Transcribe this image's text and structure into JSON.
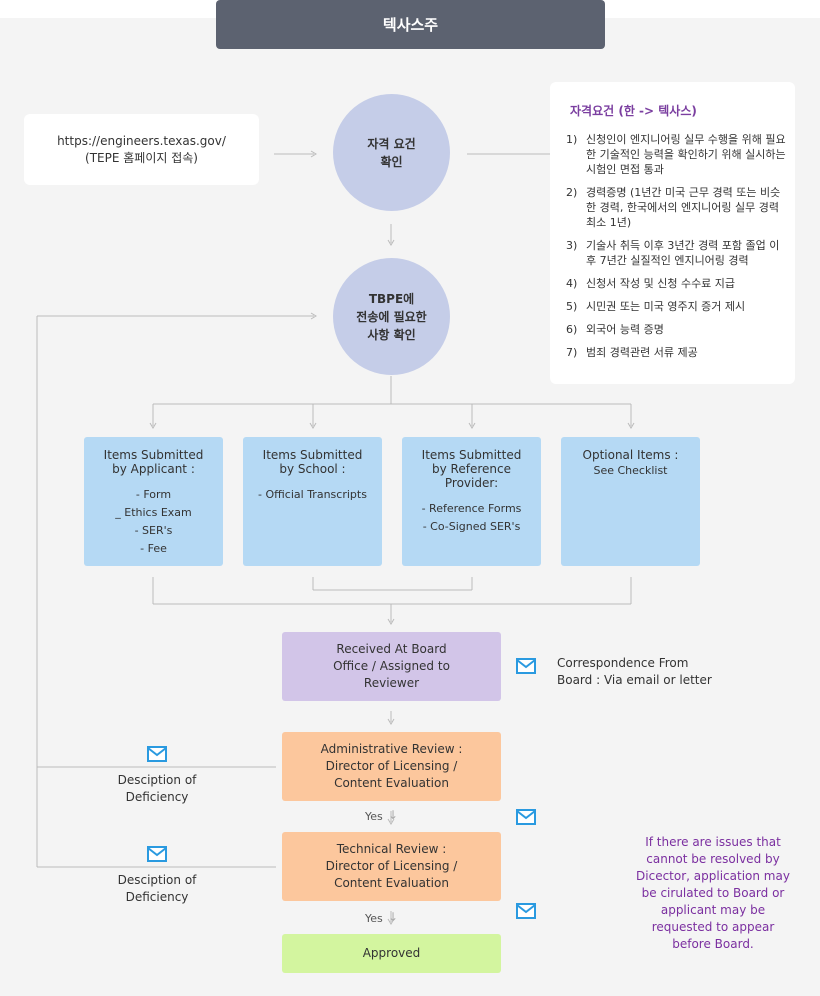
{
  "header": {
    "title": "텍사스주"
  },
  "url_box": {
    "line1": "https://engineers.texas.gov/",
    "line2": "(TEPE 홈페이지 접속)"
  },
  "circle1": {
    "line1": "자격 요건",
    "line2": "확인"
  },
  "circle2": {
    "line1": "TBPE에",
    "line2": "전송에 필요한",
    "line3": "사항 확인"
  },
  "requirements": {
    "title": "자격요건 (한 -> 텍사스)",
    "items": [
      {
        "num": "1)",
        "text": "신청인이 엔지니어링 실무 수행을 위해 필요한 기술적인 능력을 확인하기 위해 실시하는 시험인 면접 통과"
      },
      {
        "num": "2)",
        "text": "경력증명 (1년간 미국 근무 경력 또는 비슷한 경력, 한국에서의 엔지니어링 실무 경력 최소 1년)"
      },
      {
        "num": "3)",
        "text": "기술사 취득 이후 3년간 경력 포함 졸업 이후 7년간 실질적인 엔지니어링 경력"
      },
      {
        "num": "4)",
        "text": "신청서 작성 및 신청 수수료 지급"
      },
      {
        "num": "5)",
        "text": "시민권 또는 미국 영주지 증거 제시"
      },
      {
        "num": "6)",
        "text": "외국어 능력 증명"
      },
      {
        "num": "7)",
        "text": "범죄 경력관련 서류 제공"
      }
    ]
  },
  "submissions": [
    {
      "title_l1": "Items Submitted",
      "title_l2": "by Applicant :",
      "title_l3": "",
      "items": [
        "- Form",
        "_ Ethics Exam",
        "- SER's",
        "- Fee"
      ]
    },
    {
      "title_l1": "Items Submitted",
      "title_l2": "by School :",
      "title_l3": "",
      "items": [
        "- Official Transcripts"
      ]
    },
    {
      "title_l1": "Items Submitted",
      "title_l2": "by Reference",
      "title_l3": "Provider:",
      "items": [
        "- Reference Forms",
        "- Co-Signed SER's"
      ]
    },
    {
      "title_l1": "Optional Items :",
      "title_l2": "",
      "title_l3": "",
      "items": [
        "See Checklist"
      ]
    }
  ],
  "received": {
    "line1": "Received At Board",
    "line2": "Office / Assigned to",
    "line3": "Reviewer"
  },
  "correspondence": {
    "line1": "Correspondence From",
    "line2": "Board : Via email or letter"
  },
  "admin_review": {
    "line1": "Administrative Review :",
    "line2": "Director of Licensing /",
    "line3": "Content Evaluation"
  },
  "tech_review": {
    "line1": "Technical Review :",
    "line2": "Director of Licensing /",
    "line3": "Content Evaluation"
  },
  "approved": {
    "label": "Approved"
  },
  "deficiency1": {
    "line1": "Desciption of",
    "line2": "Deficiency"
  },
  "deficiency2": {
    "line1": "Desciption of",
    "line2": "Deficiency"
  },
  "yes1": "Yes",
  "yes2": "Yes",
  "note": "If there are issues that cannot be resolved by Dicector, application may be cirulated to Board or applicant may be requested to appear before Board.",
  "colors": {
    "header": "#5c6270",
    "circle": "#c5cde8",
    "blue": "#b5d9f4",
    "purple": "#d2c5e8",
    "orange": "#fcc79d",
    "green": "#d3f59f",
    "mail": "#2a9ae0",
    "note_text": "#7b2fa0"
  }
}
